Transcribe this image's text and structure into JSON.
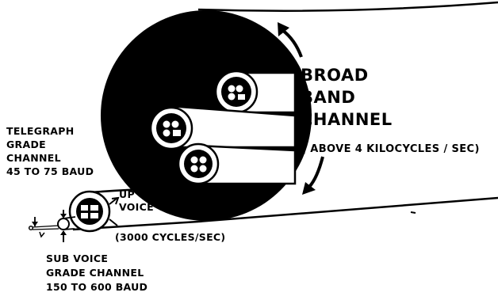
{
  "labels": {
    "broadband": {
      "line1": "BROAD",
      "line2": "BAND",
      "line3": "CHANNEL",
      "note": "( ABOVE 4 KILOCYCLES / SEC)"
    },
    "telegraph": {
      "line1": "TELEGRAPH",
      "line2": "GRADE",
      "line3": "CHANNEL",
      "line4": "45 TO 75 BAUD"
    },
    "voice": {
      "line1": "UP TO 2400 BAUD",
      "line2": "VOICE GRADE CHAN",
      "note": "(3000 CYCLES/SEC)"
    },
    "subvoice": {
      "line1": "SUB VOICE",
      "line2": "GRADE CHANNEL",
      "line3": "150 TO 600 BAUD"
    }
  },
  "colors": {
    "ink": "#000000",
    "paper": "#ffffff"
  }
}
